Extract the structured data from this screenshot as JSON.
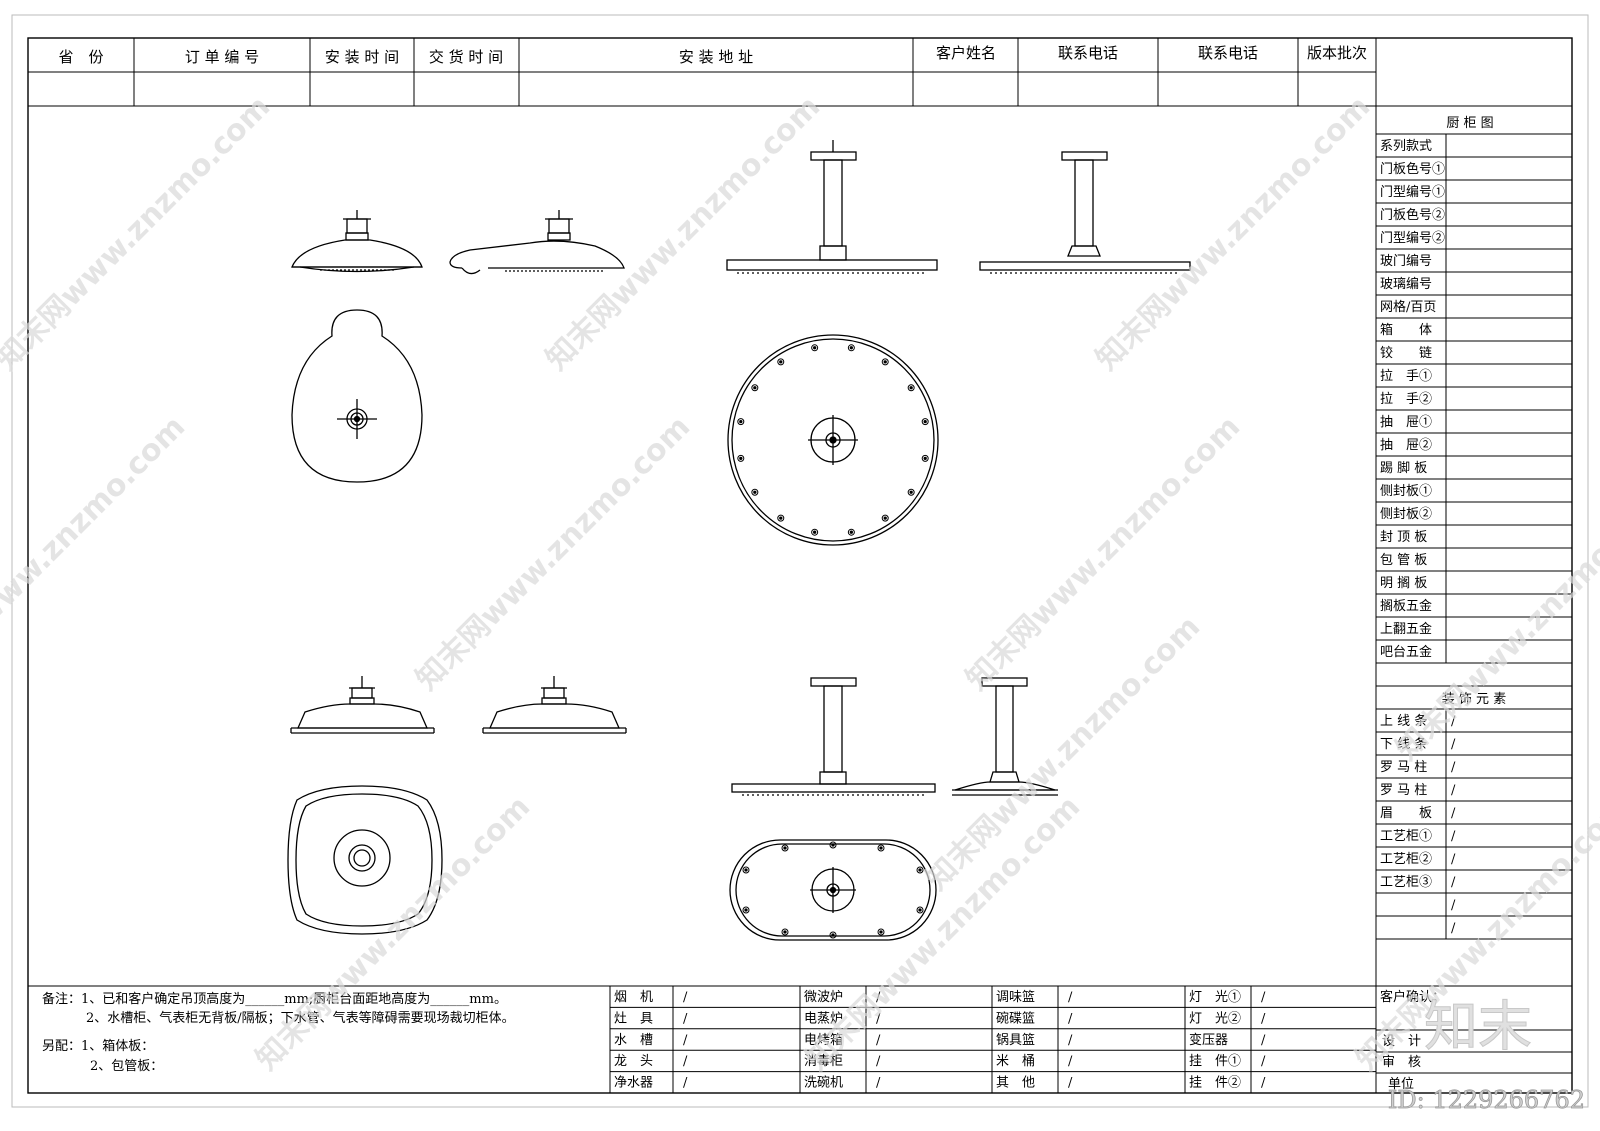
{
  "header": {
    "labels": [
      "省　份",
      "订 单 编 号",
      "安 装 时 间",
      "交 货 时 间",
      "安 装 地 址",
      "客户姓名",
      "联系电话",
      "联系电话",
      "版本批次"
    ]
  },
  "side": {
    "title": "厨 柜 图",
    "rows": [
      "系列款式",
      "门板色号①",
      "门型编号①",
      "门板色号②",
      "门型编号②",
      "玻门编号",
      "玻璃编号",
      "网格/百页",
      "箱　　体",
      "铰　　链",
      "拉　手①",
      "拉　手②",
      "抽　屉①",
      "抽　屉②",
      "踢 脚 板",
      "侧封板①",
      "侧封板②",
      "封 顶 板",
      "包 管 板",
      "明 搁 板",
      "搁板五金",
      "上翻五金",
      "吧台五金"
    ],
    "deco_title": "装 饰 元 素",
    "deco_rows": [
      "上 线 条",
      "下 线 条",
      "罗 马 柱",
      "罗 马 柱",
      "眉　　板",
      "工艺柜①",
      "工艺柜②",
      "工艺柜③",
      "",
      ""
    ],
    "slash": "/"
  },
  "notes": {
    "line1": "备注：1、已和客户确定吊顶高度为______mm;厨柜台面距地高度为______mm。",
    "line2": "2、水槽柜、气表柜无背板/隔板；下水管、气表等障碍需要现场裁切柜体。",
    "line3": "另配：1、箱体板：",
    "line4": "2、包管板："
  },
  "appliances": {
    "col1": [
      "烟　机",
      "灶　具",
      "水　槽",
      "龙　头",
      "净水器"
    ],
    "col2": [
      "微波炉",
      "电蒸炉",
      "电烤箱",
      "消毒柜",
      "洗碗机"
    ],
    "col3": [
      "调味篮",
      "碗碟篮",
      "锅具篮",
      "米　桶",
      "其　他"
    ],
    "col4": [
      "灯　光①",
      "灯　光②",
      "变压器",
      "挂　件①",
      "挂　件②"
    ],
    "slash": "/"
  },
  "signoff": {
    "confirm": "客户确认：",
    "design": "设　计",
    "review": "审　核",
    "unit": "单位"
  },
  "watermark": {
    "text": "知末网www.znzmo.com",
    "logo": "知末",
    "id": "ID: 1229266762"
  }
}
